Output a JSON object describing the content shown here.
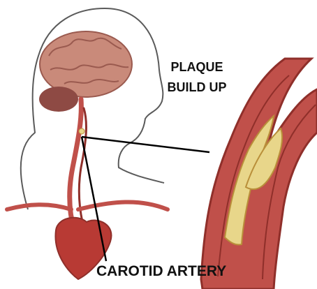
{
  "labels": {
    "plaque_line1": "PLAQUE",
    "plaque_line2": "BUILD UP",
    "carotid": "CAROTID ARTERY"
  },
  "colors": {
    "head_outline": "#5a5a5a",
    "brain": "#c98a7a",
    "brain_shadow": "#9a5a4f",
    "cerebellum": "#8e4a44",
    "artery": "#c0504a",
    "artery_dark": "#8f2f2a",
    "plaque": "#e8d68a",
    "plaque_edge": "#b98f3a",
    "heart": "#b83a34",
    "pointer_line": "#000000"
  }
}
